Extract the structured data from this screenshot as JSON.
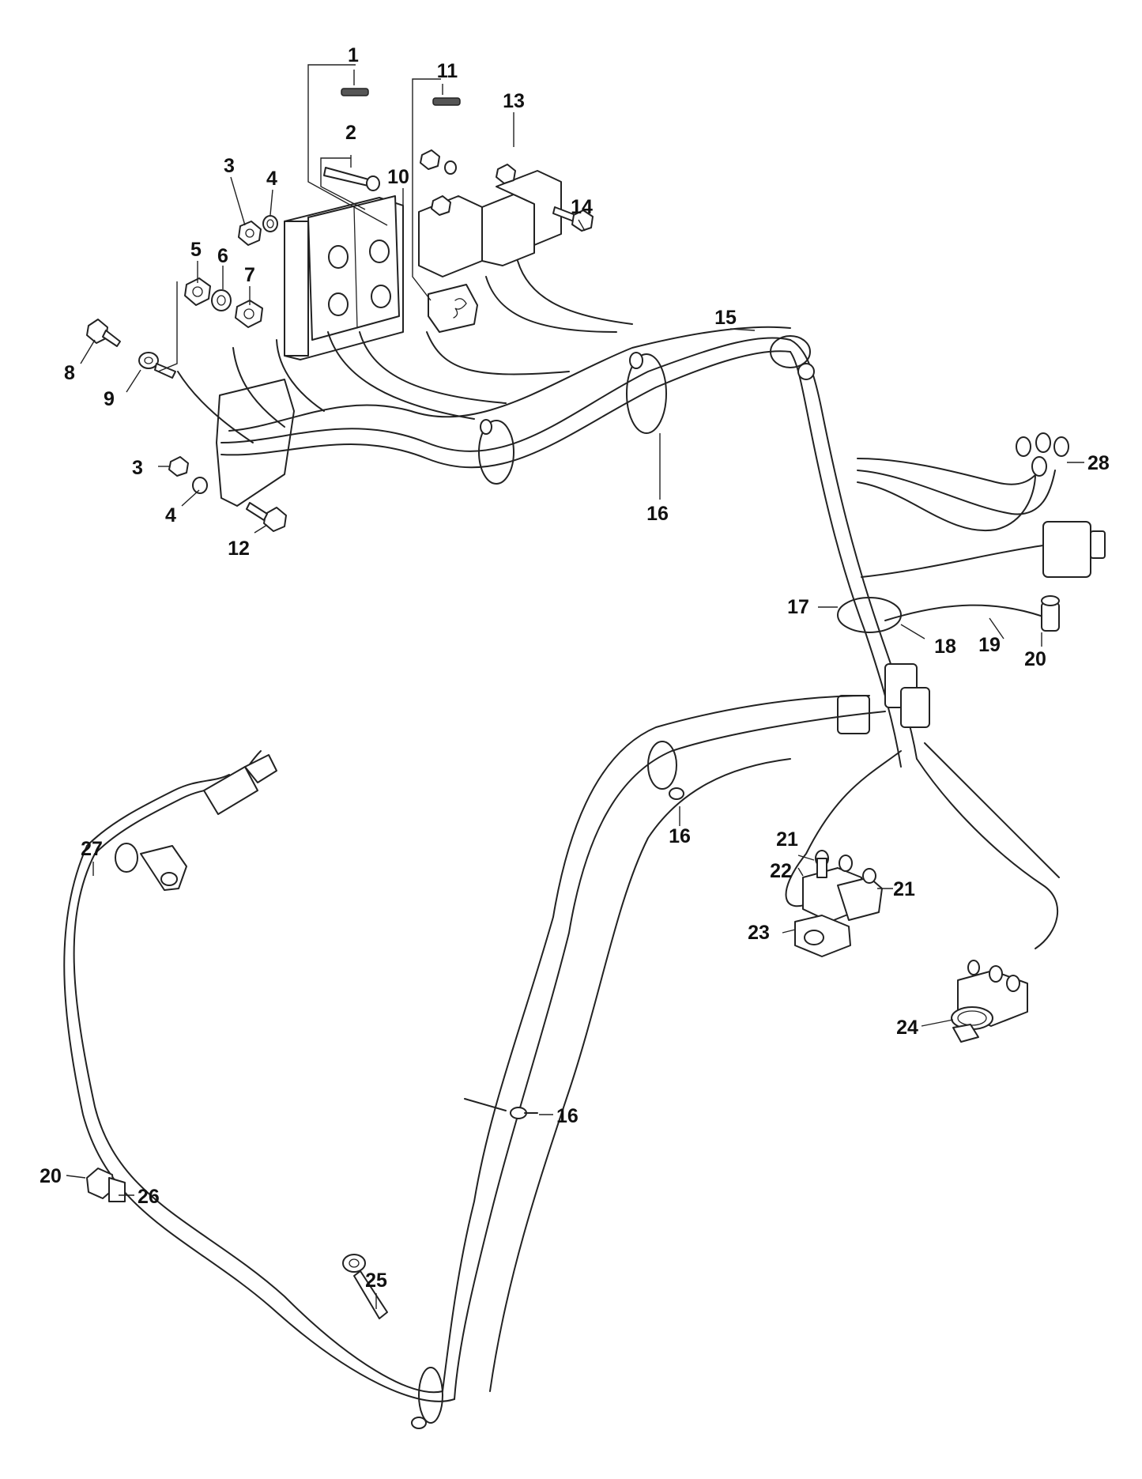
{
  "callouts": [
    {
      "id": "c1",
      "label": "1"
    },
    {
      "id": "c2",
      "label": "2"
    },
    {
      "id": "c3a",
      "label": "3"
    },
    {
      "id": "c4a",
      "label": "4"
    },
    {
      "id": "c5",
      "label": "5"
    },
    {
      "id": "c6",
      "label": "6"
    },
    {
      "id": "c7",
      "label": "7"
    },
    {
      "id": "c8",
      "label": "8"
    },
    {
      "id": "c9",
      "label": "9"
    },
    {
      "id": "c10",
      "label": "10"
    },
    {
      "id": "c11",
      "label": "11"
    },
    {
      "id": "c13",
      "label": "13"
    },
    {
      "id": "c14",
      "label": "14"
    },
    {
      "id": "c15",
      "label": "15"
    },
    {
      "id": "c16a",
      "label": "16"
    },
    {
      "id": "c3b",
      "label": "3"
    },
    {
      "id": "c4b",
      "label": "4"
    },
    {
      "id": "c12",
      "label": "12"
    },
    {
      "id": "c28",
      "label": "28"
    },
    {
      "id": "c17",
      "label": "17"
    },
    {
      "id": "c18",
      "label": "18"
    },
    {
      "id": "c19",
      "label": "19"
    },
    {
      "id": "c20a",
      "label": "20"
    },
    {
      "id": "c16b",
      "label": "16"
    },
    {
      "id": "c21a",
      "label": "21"
    },
    {
      "id": "c22",
      "label": "22"
    },
    {
      "id": "c21b",
      "label": "21"
    },
    {
      "id": "c23",
      "label": "23"
    },
    {
      "id": "c24",
      "label": "24"
    },
    {
      "id": "c27",
      "label": "27"
    },
    {
      "id": "c16c",
      "label": "16"
    },
    {
      "id": "c20b",
      "label": "20"
    },
    {
      "id": "c26",
      "label": "26"
    },
    {
      "id": "c25",
      "label": "25"
    }
  ]
}
